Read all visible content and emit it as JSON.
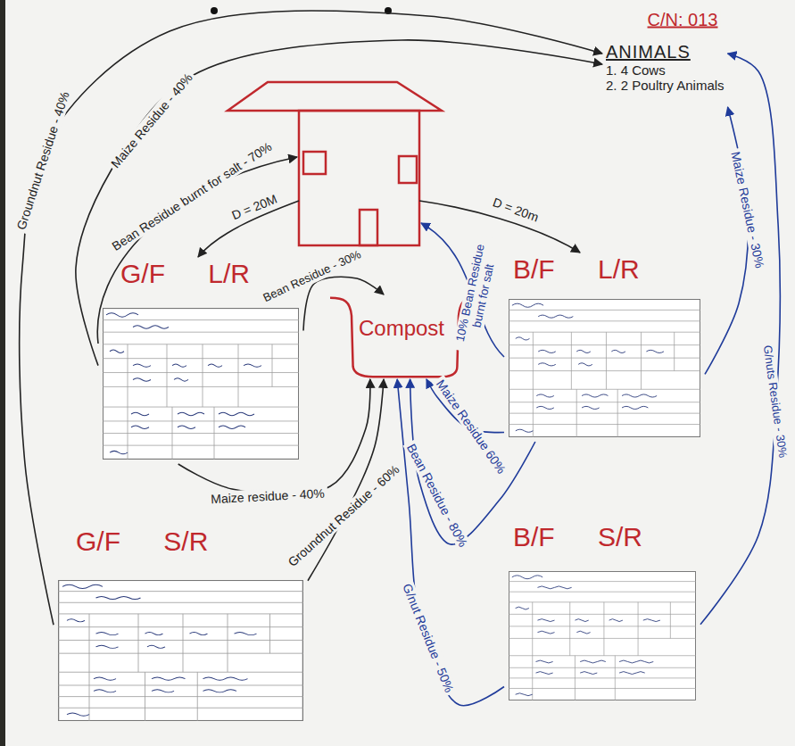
{
  "diagram": {
    "nodes": [
      {
        "text": [
          "ANIMALS",
          "1. 4 Cows",
          "2. 2 Poultry Animals"
        ]
      },
      {
        "text": [
          "G/F L/R"
        ]
      },
      {
        "text": [
          "Compost"
        ]
      },
      {
        "text": [
          "B/F L/R"
        ]
      },
      {
        "text": [
          "G/F S/R"
        ]
      },
      {
        "text": [
          "B/F S/R"
        ]
      }
    ],
    "edges": [
      {
        "from": 4,
        "to": 0,
        "label": "Groundnut Residue - 40%",
        "arrow": "to"
      },
      {
        "from": 1,
        "to": 0,
        "label": "Maize Residue - 40%",
        "arrow": "to"
      },
      {
        "from": 1,
        "to": 2,
        "label": "Bean Residue - 30%",
        "arrow": "to"
      },
      {
        "from": 1,
        "to": 2,
        "label": "Maize residue - 40%",
        "arrow": "to"
      },
      {
        "from": 4,
        "to": 2,
        "label": "Groundnut Residue - 60%",
        "arrow": "to"
      },
      {
        "from": 3,
        "to": 0,
        "label": "Maize Residue - 30%",
        "arrow": "to"
      },
      {
        "from": 3,
        "to": 2,
        "label": "Maize Residue 60%",
        "arrow": "to"
      },
      {
        "from": 3,
        "to": 2,
        "label": "Bean Residue - 80%",
        "arrow": "to"
      },
      {
        "from": 5,
        "to": 2,
        "label": "G/nut Residue - 50%",
        "arrow": "to"
      },
      {
        "from": 5,
        "to": 0,
        "label": "G/nuts Residue - 30%",
        "arrow": "to"
      }
    ],
    "labels": [
      "C/N: 013",
      "Bean Residue burnt for salt - 70%",
      "D = 20M",
      "D = 20m",
      "10% Bean Residue burnt for salt"
    ]
  }
}
